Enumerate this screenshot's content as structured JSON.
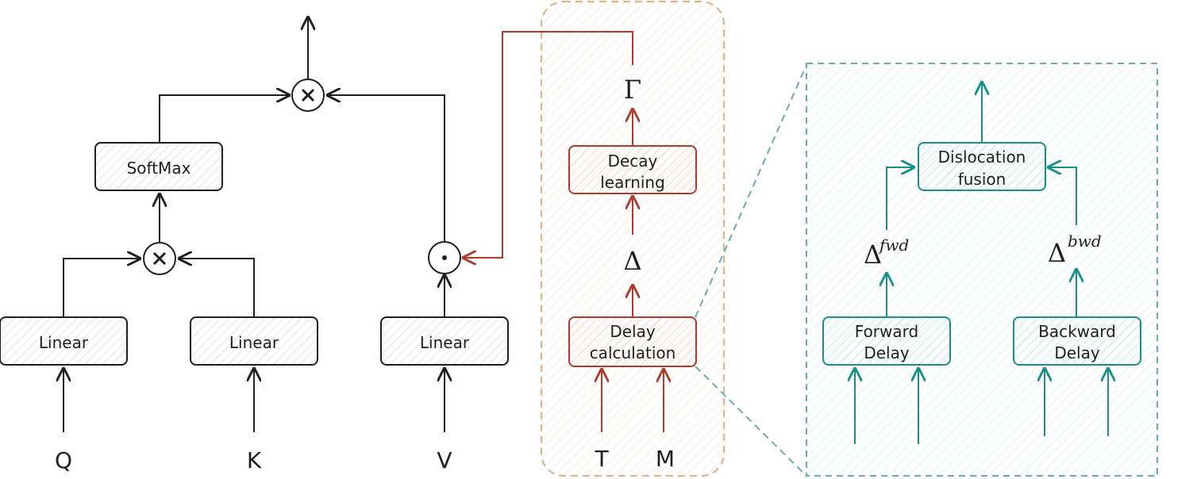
{
  "colors": {
    "black": "#1f1f1f",
    "red": "#b23a2a",
    "teal": "#15908a",
    "tealDash": "#6aaab6",
    "orangeDash": "#e0b48a"
  },
  "attention": {
    "inputs": {
      "q": "Q",
      "k": "K",
      "v": "V"
    },
    "linear_q": "Linear",
    "linear_k": "Linear",
    "linear_v": "Linear",
    "softmax": "SoftMax"
  },
  "decay": {
    "inputs": {
      "t": "T",
      "m": "M"
    },
    "delay_calc": [
      "Delay",
      "calculation"
    ],
    "decay_learning": [
      "Decay",
      "learning"
    ],
    "delta": "Δ",
    "gamma": "Γ"
  },
  "dislocation": {
    "forward": [
      "Forward",
      "Delay"
    ],
    "backward": [
      "Backward",
      "Delay"
    ],
    "fusion": [
      "Dislocation",
      "fusion"
    ],
    "delta_fwd": {
      "base": "Δ",
      "sup": "fwd"
    },
    "delta_bwd": {
      "base": "Δ",
      "sup": "bwd"
    }
  }
}
